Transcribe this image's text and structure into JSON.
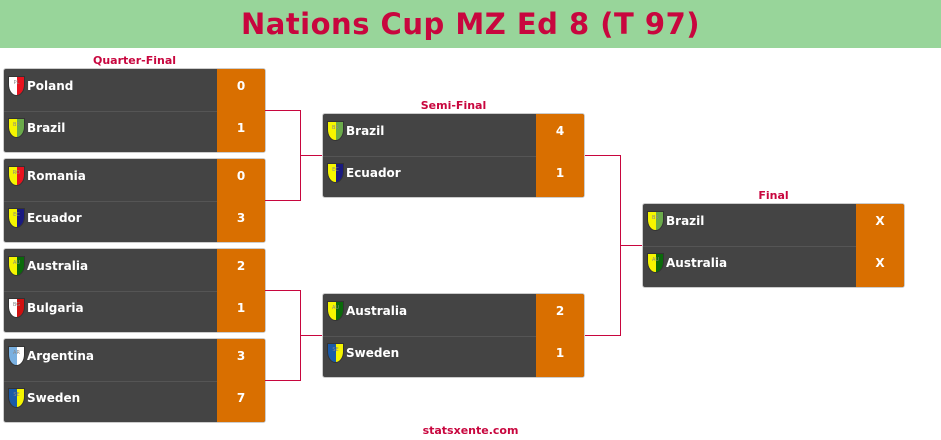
{
  "title": "Nations Cup MZ Ed 8 (T 97)",
  "rounds": {
    "quarter": "Quarter-Final",
    "semi": "Semi-Final",
    "final": "Final"
  },
  "colors": {
    "accent": "#c8063e",
    "score_bg": "#d96f00",
    "box_bg": "#444444",
    "header_bg": "#98d59a"
  },
  "matches": {
    "qf1": [
      {
        "team": "Poland",
        "code": "PL",
        "score": "0",
        "flag": [
          "#ffffff",
          "#e8121e"
        ]
      },
      {
        "team": "Brazil",
        "code": "BR",
        "score": "1",
        "flag": [
          "#f5f500",
          "#6aaa4a"
        ]
      }
    ],
    "qf2": [
      {
        "team": "Romania",
        "code": "RO",
        "score": "0",
        "flag": [
          "#f5f500",
          "#e8121e"
        ]
      },
      {
        "team": "Ecuador",
        "code": "EC",
        "score": "3",
        "flag": [
          "#f5f500",
          "#1a1a80"
        ]
      }
    ],
    "qf3": [
      {
        "team": "Australia",
        "code": "AU",
        "score": "2",
        "flag": [
          "#f5f500",
          "#0a6a0a"
        ]
      },
      {
        "team": "Bulgaria",
        "code": "BG",
        "score": "1",
        "flag": [
          "#ffffff",
          "#d01010"
        ]
      }
    ],
    "qf4": [
      {
        "team": "Argentina",
        "code": "AR",
        "score": "3",
        "flag": [
          "#7ab0e0",
          "#ffffff"
        ]
      },
      {
        "team": "Sweden",
        "code": "SE",
        "score": "7",
        "flag": [
          "#1a5aa8",
          "#f5f500"
        ]
      }
    ],
    "sf1": [
      {
        "team": "Brazil",
        "code": "BR",
        "score": "4",
        "flag": [
          "#f5f500",
          "#6aaa4a"
        ]
      },
      {
        "team": "Ecuador",
        "code": "EC",
        "score": "1",
        "flag": [
          "#f5f500",
          "#1a1a80"
        ]
      }
    ],
    "sf2": [
      {
        "team": "Australia",
        "code": "AU",
        "score": "2",
        "flag": [
          "#f5f500",
          "#0a6a0a"
        ]
      },
      {
        "team": "Sweden",
        "code": "SE",
        "score": "1",
        "flag": [
          "#1a5aa8",
          "#f5f500"
        ]
      }
    ],
    "final": [
      {
        "team": "Brazil",
        "code": "BR",
        "score": "X",
        "flag": [
          "#f5f500",
          "#6aaa4a"
        ]
      },
      {
        "team": "Australia",
        "code": "AU",
        "score": "X",
        "flag": [
          "#f5f500",
          "#0a6a0a"
        ]
      }
    ]
  },
  "footer": "statsxente.com"
}
